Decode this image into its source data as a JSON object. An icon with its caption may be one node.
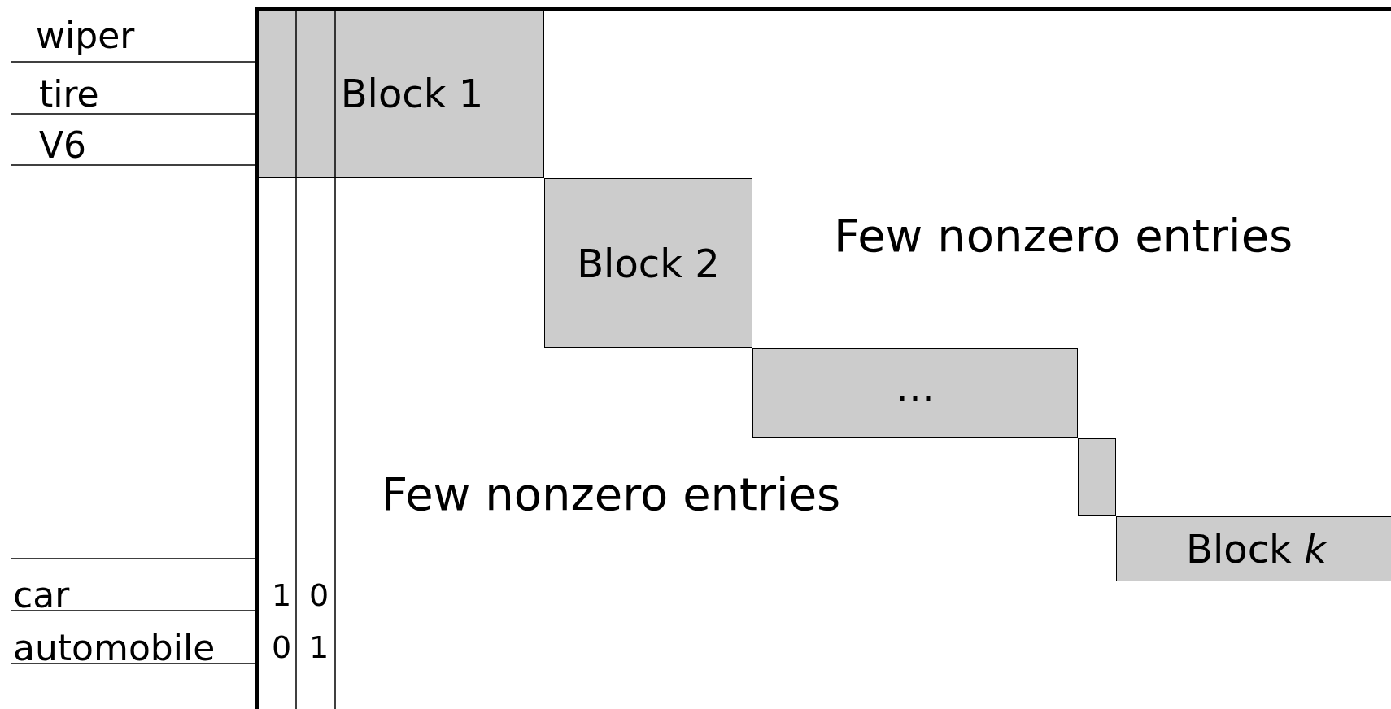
{
  "diagram": {
    "nodes": [
      {
        "text": [
          "Block 1"
        ]
      },
      {
        "text": [
          "Block 2"
        ]
      },
      {
        "text": [
          "…"
        ]
      },
      {
        "text": [],
        "shape": "box"
      },
      {
        "text": [
          "Block *k*"
        ]
      }
    ],
    "labels": [
      "wiper",
      "tire",
      "V6",
      "car",
      "1",
      "0",
      "automobile",
      "0",
      "1",
      "Few nonzero entries",
      "Few nonzero entries"
    ]
  }
}
